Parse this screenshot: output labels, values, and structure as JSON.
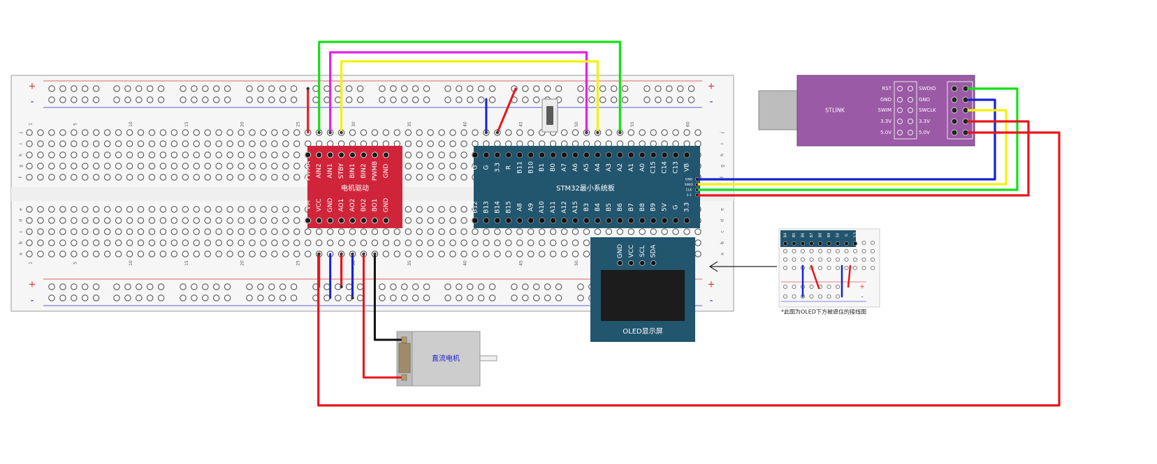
{
  "breadboard": {
    "rail_plus": "+",
    "rail_minus": "-",
    "col_numbers": [
      "1",
      "5",
      "10",
      "15",
      "20",
      "25",
      "30",
      "35",
      "40",
      "45",
      "50",
      "55",
      "60"
    ],
    "row_letters_top": [
      "j",
      "i",
      "h",
      "g",
      "f"
    ],
    "row_letters_bottom": [
      "e",
      "d",
      "c",
      "b",
      "a"
    ]
  },
  "motor_driver": {
    "label": "电机驱动",
    "top_pins": [
      "PWMA",
      "AIN2",
      "AIN1",
      "STBY",
      "BIN1",
      "BIN2",
      "PWMB",
      "GND"
    ],
    "bottom_pins": [
      "VM",
      "VCC",
      "GND",
      "AO1",
      "AO2",
      "BO2",
      "BO1",
      "GND"
    ],
    "color": "#d0243a"
  },
  "stm32": {
    "label": "STM32最小系统板",
    "top_pins": [
      "G",
      "G",
      "3.3",
      "R",
      "B11",
      "B10",
      "B1",
      "B0",
      "A7",
      "A6",
      "A5",
      "A4",
      "A3",
      "A2",
      "A1",
      "A0",
      "C15",
      "C14",
      "C13",
      "VB"
    ],
    "bottom_pins": [
      "B12",
      "B13",
      "B14",
      "B15",
      "A8",
      "A9",
      "A10",
      "A11",
      "A12",
      "A15",
      "B3",
      "B4",
      "B5",
      "B6",
      "B7",
      "B8",
      "B9",
      "5V",
      "G",
      "3.3"
    ],
    "side_pins": [
      "GND",
      "SWIO",
      "CLK",
      "3.3"
    ],
    "color": "#22556e"
  },
  "oled": {
    "label": "OLED显示屏",
    "pins": [
      "GND",
      "VCC",
      "SCL",
      "SDA"
    ],
    "color": "#22556e"
  },
  "motor": {
    "label": "直流电机"
  },
  "stlink": {
    "label": "STLINK",
    "left_pins": [
      "RST",
      "GND",
      "SWIM",
      "3.3V",
      "5.0V"
    ],
    "right_pins": [
      "SWDIO",
      "GND",
      "SWCLK",
      "3.3V",
      "5.0V"
    ],
    "color": "#9b5aa6"
  },
  "inset": {
    "pins": [
      "B4",
      "B5",
      "B6",
      "B7",
      "B8",
      "B9",
      "5V",
      "G",
      "3.3"
    ],
    "caption": "*此图为OLED下方被遮住的接线图"
  },
  "wire_colors": {
    "red": "#e8141b",
    "blue": "#1621d6",
    "yellow": "#f2f20c",
    "green": "#14e014",
    "magenta": "#e020e8",
    "black": "#111111"
  }
}
